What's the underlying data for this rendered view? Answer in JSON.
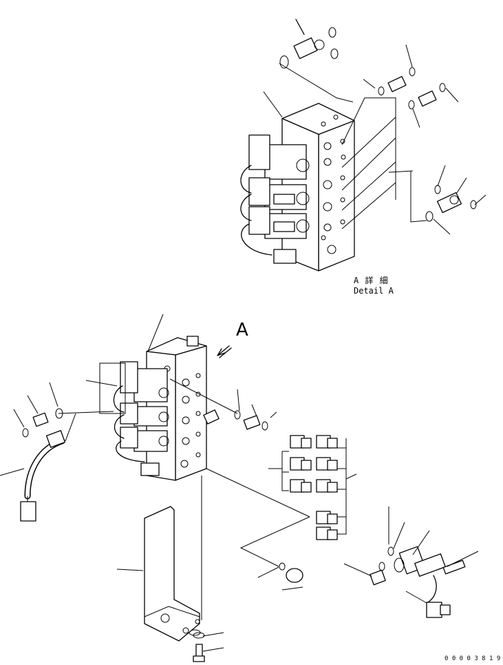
{
  "detail_caption": {
    "jp": "A 詳 細",
    "en": "Detail A"
  },
  "view_marker": "A",
  "drawing_number": "0 0 0 0 3 8 1 9"
}
